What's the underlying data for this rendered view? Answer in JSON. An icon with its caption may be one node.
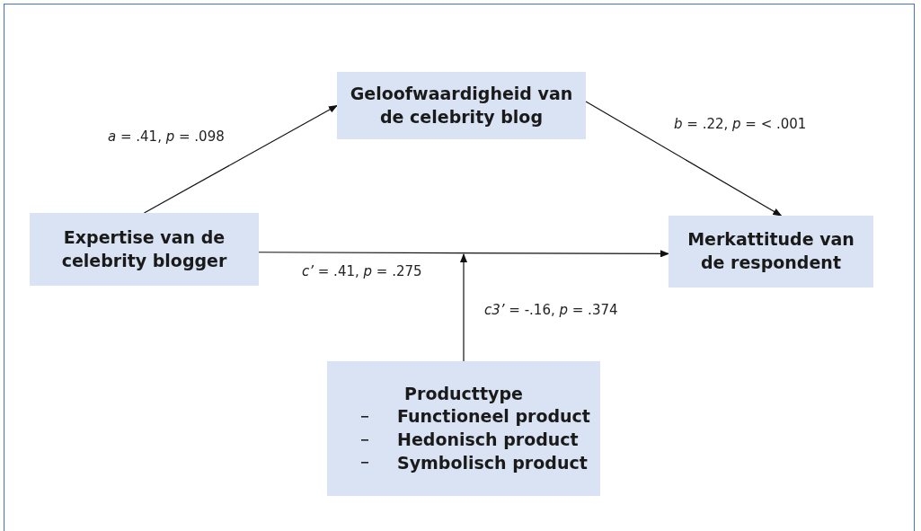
{
  "diagram": {
    "nodes": [
      {
        "text": [
          "Geloofwaardigheid van de celebrity blog"
        ]
      },
      {
        "text": [
          "Expertise van de celebrity blogger"
        ]
      },
      {
        "text": [
          "Merkattitude van de respondent"
        ]
      },
      {
        "text": [
          "Producttype",
          "Functioneel product",
          "Hedonisch product",
          "Symbolisch product"
        ]
      }
    ],
    "edges": [
      {
        "from": 1,
        "to": 0,
        "arrow": "to",
        "label": "*a* = .41, *p* = .098"
      },
      {
        "from": 0,
        "to": 2,
        "arrow": "to",
        "label": "*b* = .22, *p* = < .001"
      },
      {
        "from": 1,
        "to": 2,
        "arrow": "to",
        "label": "*c’* = .41, *p* = .275"
      },
      {
        "from": 3,
        "to": null,
        "arrow": "to",
        "label": "*c3’* = -.16, *p* = .374"
      }
    ]
  }
}
